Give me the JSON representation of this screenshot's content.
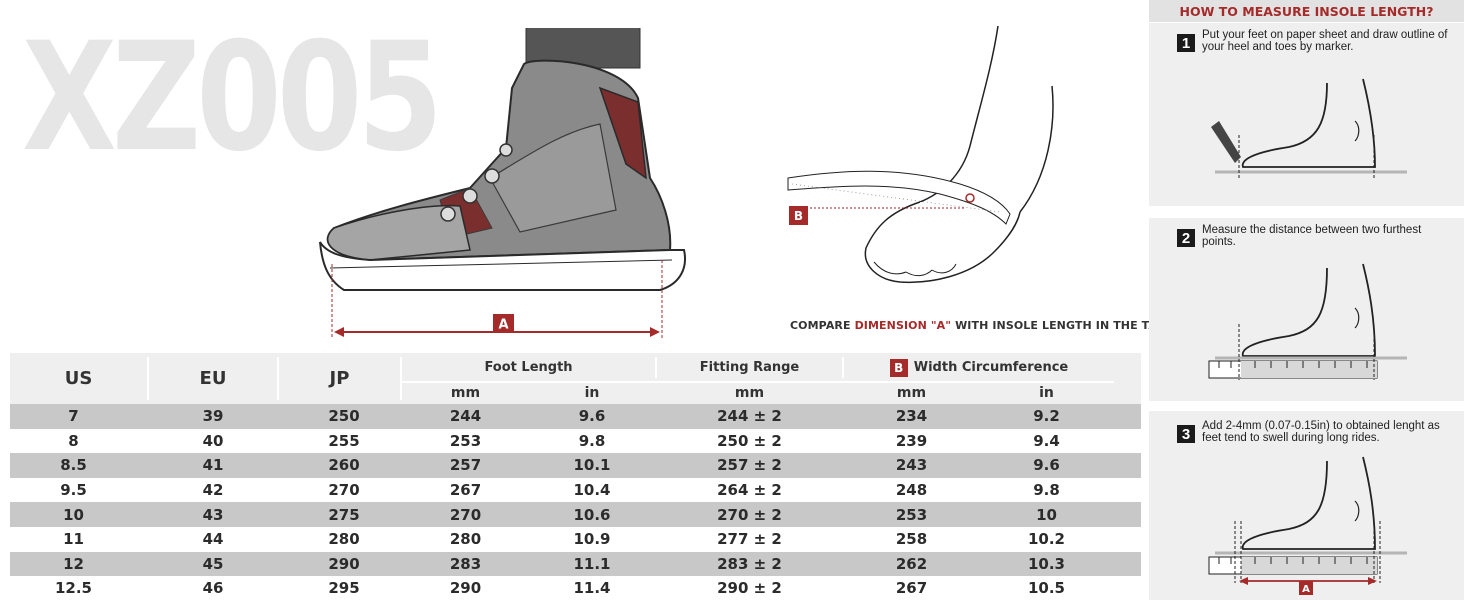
{
  "model": "XZ005",
  "labels": {
    "dimension_a": "A",
    "dimension_b": "B"
  },
  "compare_note": {
    "prefix": "COMPARE ",
    "highlight": "DIMENSION \"A\"",
    "suffix": " WITH INSOLE LENGTH IN THE TABLE."
  },
  "table": {
    "headers": {
      "us": "US",
      "eu": "EU",
      "jp": "JP",
      "foot_length": "Foot Length",
      "fitting_range": "Fitting Range",
      "width_circ": "Width Circumference",
      "width_badge": "B",
      "mm": "mm",
      "in": "in"
    },
    "rows": [
      {
        "us": "7",
        "eu": "39",
        "jp": "250",
        "fl_mm": "244",
        "fl_in": "9.6",
        "fit": "244 ± 2",
        "wc_mm": "234",
        "wc_in": "9.2"
      },
      {
        "us": "8",
        "eu": "40",
        "jp": "255",
        "fl_mm": "253",
        "fl_in": "9.8",
        "fit": "250 ± 2",
        "wc_mm": "239",
        "wc_in": "9.4"
      },
      {
        "us": "8.5",
        "eu": "41",
        "jp": "260",
        "fl_mm": "257",
        "fl_in": "10.1",
        "fit": "257 ± 2",
        "wc_mm": "243",
        "wc_in": "9.6"
      },
      {
        "us": "9.5",
        "eu": "42",
        "jp": "270",
        "fl_mm": "267",
        "fl_in": "10.4",
        "fit": "264 ± 2",
        "wc_mm": "248",
        "wc_in": "9.8"
      },
      {
        "us": "10",
        "eu": "43",
        "jp": "275",
        "fl_mm": "270",
        "fl_in": "10.6",
        "fit": "270 ± 2",
        "wc_mm": "253",
        "wc_in": "10"
      },
      {
        "us": "11",
        "eu": "44",
        "jp": "280",
        "fl_mm": "280",
        "fl_in": "10.9",
        "fit": "277 ± 2",
        "wc_mm": "258",
        "wc_in": "10.2"
      },
      {
        "us": "12",
        "eu": "45",
        "jp": "290",
        "fl_mm": "283",
        "fl_in": "11.1",
        "fit": "283 ± 2",
        "wc_mm": "262",
        "wc_in": "10.3"
      },
      {
        "us": "12.5",
        "eu": "46",
        "jp": "295",
        "fl_mm": "290",
        "fl_in": "11.4",
        "fit": "290 ± 2",
        "wc_mm": "267",
        "wc_in": "10.5"
      }
    ]
  },
  "panel": {
    "title": "HOW TO MEASURE INSOLE LENGTH?",
    "steps": [
      {
        "num": "1",
        "text": "Put your feet on paper sheet and draw outline of your heel and toes by marker."
      },
      {
        "num": "2",
        "text": "Measure the distance between two furthest points."
      },
      {
        "num": "3",
        "text": "Add 2-4mm (0.07-0.15in) to obtained lenght as feet tend to swell during long rides."
      }
    ]
  },
  "colors": {
    "accent": "#a52a2a",
    "row_shade": "#c8c8c8",
    "header_bg": "#efefef",
    "watermark": "#e6e6e6"
  }
}
